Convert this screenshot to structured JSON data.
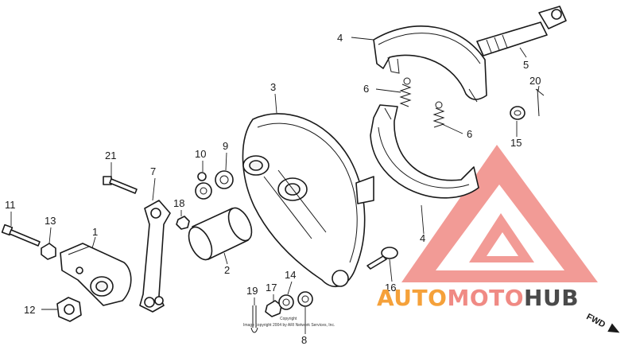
{
  "colors": {
    "ink": "#1a1a1a",
    "watermark_red": "#f08a84",
    "watermark_orange": "#f5a13a",
    "watermark_gray": "#4a4a4a"
  },
  "watermark": {
    "word_auto": "AUTO",
    "word_moto": "MOTO",
    "word_hub": "HUB"
  },
  "direction_label": "FWD",
  "copyright_line1": "Copyright",
  "copyright_line2": "Image copyright 2004 by ARI Network Services, Inc.",
  "callouts": {
    "c1": "1",
    "c2": "2",
    "c3": "3",
    "c4a": "4",
    "c4b": "4",
    "c5": "5",
    "c6a": "6",
    "c6b": "6",
    "c7": "7",
    "c8": "8",
    "c9": "9",
    "c10": "10",
    "c11": "11",
    "c12": "12",
    "c13": "13",
    "c14": "14",
    "c15": "15",
    "c16": "16",
    "c17": "17",
    "c18": "18",
    "c19": "19",
    "c20": "20",
    "c21": "21"
  }
}
